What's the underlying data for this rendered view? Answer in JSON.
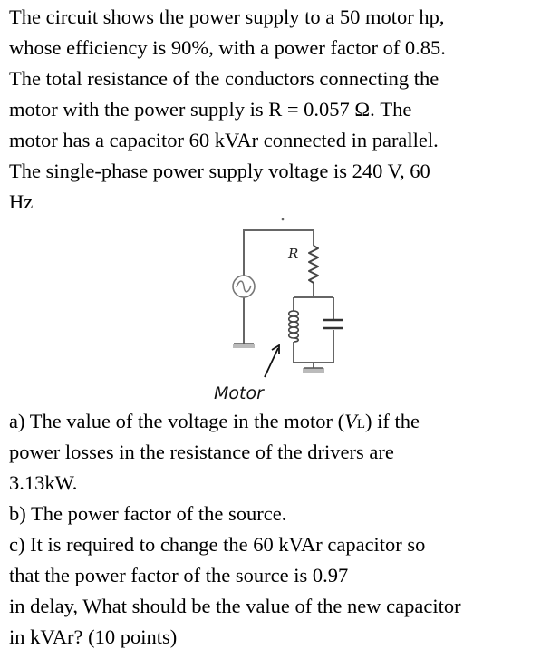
{
  "problem": {
    "lines": [
      "The circuit shows the power supply to a 50 motor hp,",
      "whose efficiency is 90%, with a power factor of 0.85.",
      "The total resistance of the conductors connecting the",
      "motor with the power supply is R = 0.057 Ω. The",
      "motor has a capacitor 60 kVAr connected in parallel.",
      "The single-phase power supply voltage is 240 V, 60",
      "Hz"
    ]
  },
  "figure": {
    "resistor_label": "R",
    "motor_label": "Motor",
    "icons": [
      "ac-source-icon",
      "resistor-icon",
      "inductor-icon",
      "capacitor-icon",
      "ground-icon",
      "arrow-icon"
    ]
  },
  "questions": {
    "a_prefix": "a) The value of the voltage in the motor (",
    "a_var": "V",
    "a_sub": "L",
    "a_suffix": ") if the",
    "a_line2": "power losses in the resistance of the drivers are",
    "a_line3": "3.13kW.",
    "b": "b) The power factor of the source.",
    "c_line1": "c) It is required to change the 60 kVAr capacitor so",
    "c_line2": "that the power factor of the source is 0.97",
    "c_line3": "in delay, What should be the value of the new capacitor",
    "c_line4": "in kVAr? (10 points)"
  }
}
